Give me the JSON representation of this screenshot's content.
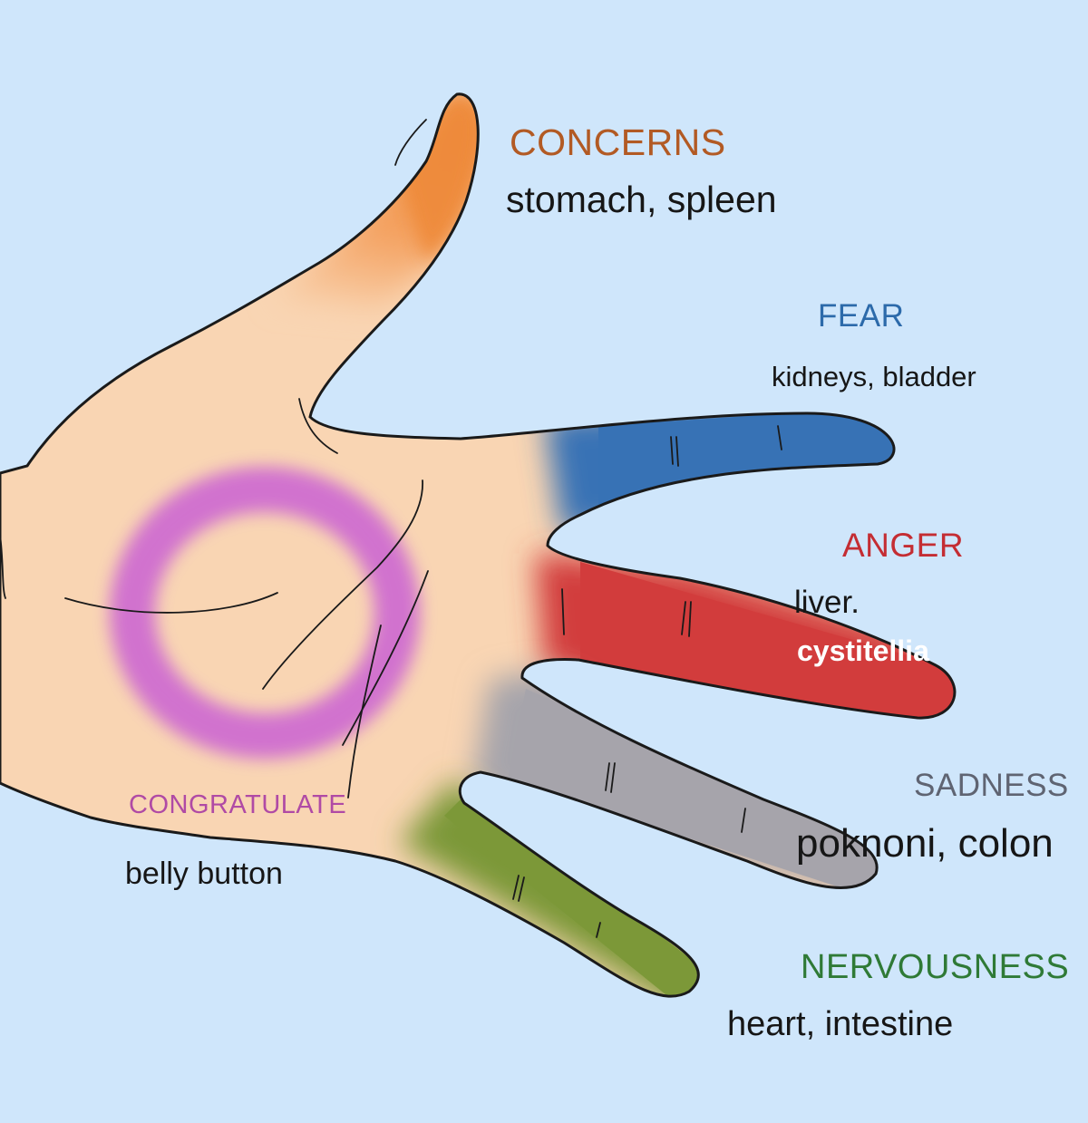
{
  "zones": {
    "thumb": {
      "emotion": "CONCERNS",
      "organs": "stomach, spleen",
      "color": "#f08a3c"
    },
    "index": {
      "emotion": "FEAR",
      "organs": "kidneys, bladder",
      "color": "#3772b5"
    },
    "middle": {
      "emotion": "ANGER",
      "organs": "liver.",
      "organs_extra": "cystitellia",
      "color": "#d23c3c"
    },
    "ring": {
      "emotion": "SADNESS",
      "organs": "poknoni, colon",
      "color": "#a6a4ab"
    },
    "pinky": {
      "emotion": "NERVOUSNESS",
      "organs": "heart, intestine",
      "color": "#7c9838"
    },
    "palm": {
      "emotion": "CONGRATULATE",
      "organs": "belly button",
      "color": "#cf6dd0"
    }
  },
  "colors": {
    "background": "#cfe6fb",
    "skin": "#f9d5b3",
    "outline": "#1a1a1a"
  }
}
